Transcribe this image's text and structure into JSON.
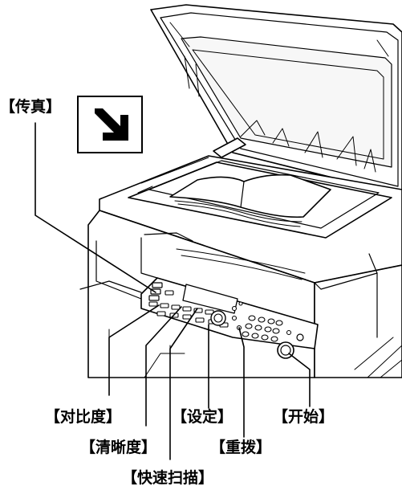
{
  "labels": {
    "fax": "【传真】",
    "contrast": "【对比度】",
    "sharpness": "【清晰度】",
    "quick_scan": "【快速扫描】",
    "set": "【设定】",
    "redial": "【重拨】",
    "start": "【开始】"
  },
  "callout": {
    "arrow_icon": "down-right-arrow-icon"
  },
  "colors": {
    "line": "#000000",
    "body_fill": "#ffffff",
    "shadow": "#d0d0d0"
  }
}
